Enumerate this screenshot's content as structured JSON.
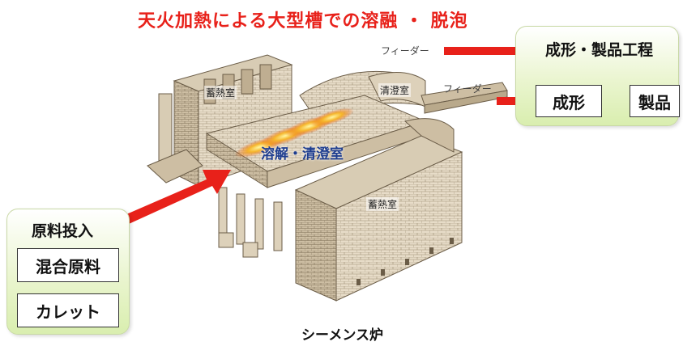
{
  "title": "天火加熱による大型槽での溶融 ・ 脱泡",
  "caption": "シーメンス炉",
  "furnace_labels": {
    "regen_top": "蓄熱室",
    "refine": "清澄室",
    "melt": "溶解・清澄室",
    "regen_front": "蓄熱室"
  },
  "feeder_labels": [
    "フィーダー",
    "フィーダー"
  ],
  "right_panel": {
    "header": "成形・製品工程",
    "step1": "成形",
    "step2": "製品"
  },
  "left_panel": {
    "header": "原料投入",
    "item1": "混合原料",
    "item2": "カレット"
  },
  "colors": {
    "arrow": "#e8211a",
    "title": "#e8211a",
    "panel": "#e4f2c4",
    "melt_text": "#1f3e8f"
  }
}
